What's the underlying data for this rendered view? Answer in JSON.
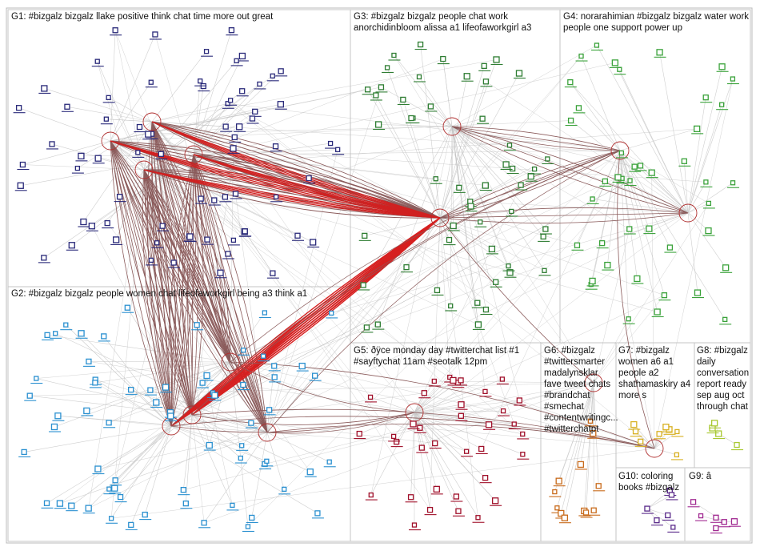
{
  "groups": [
    {
      "id": "G1",
      "label": "G1: #bizgalz bizgalz llake positive think chat time more out great",
      "color": "#2a2a7a",
      "count": 70
    },
    {
      "id": "G2",
      "label": "G2: #bizgalz bizgalz people women chat lifeofaworkgirl being a3 think a1",
      "color": "#2a90d0",
      "count": 65
    },
    {
      "id": "G3",
      "label": "G3: #bizgalz bizgalz people chat work\nanorchidinbloom alissa a1 lifeofaworkgirl a3",
      "color": "#2e7d32",
      "count": 52
    },
    {
      "id": "G4",
      "label": "G4: norarahimian #bizgalz bizgalz water work\npeople one support power up",
      "color": "#3aa23a",
      "count": 42
    },
    {
      "id": "G5",
      "label": "G5: ðÿce monday day #twitterchat list #1\n#sayftychat 11am #seotalk 12pm",
      "color": "#a0102a",
      "count": 36
    },
    {
      "id": "G6",
      "label": "G6: #bizgalz\n#twittersmarter\nmadalynsklar\nfave tweet chats\n#brandchat\n#smechat\n#contentwritingc...\n#twitterchatpt",
      "color": "#c86a1a",
      "count": 12
    },
    {
      "id": "G7",
      "label": "G7: #bizgalz\nwomen a6 a1\npeople a2\nshathamaskiry a4\nmore s",
      "color": "#d8b020",
      "count": 8
    },
    {
      "id": "G8",
      "label": "G8: #bizgalz\ndaily\nconversation\nreport ready\nsep aug oct\nthrough chat",
      "color": "#a8c830",
      "count": 4
    },
    {
      "id": "G9",
      "label": "G9: â",
      "color": "#a02890",
      "count": 6
    },
    {
      "id": "G10",
      "label": "G10: coloring\nbooks #bizgalz",
      "color": "#5a2a8a",
      "count": 6
    }
  ]
}
